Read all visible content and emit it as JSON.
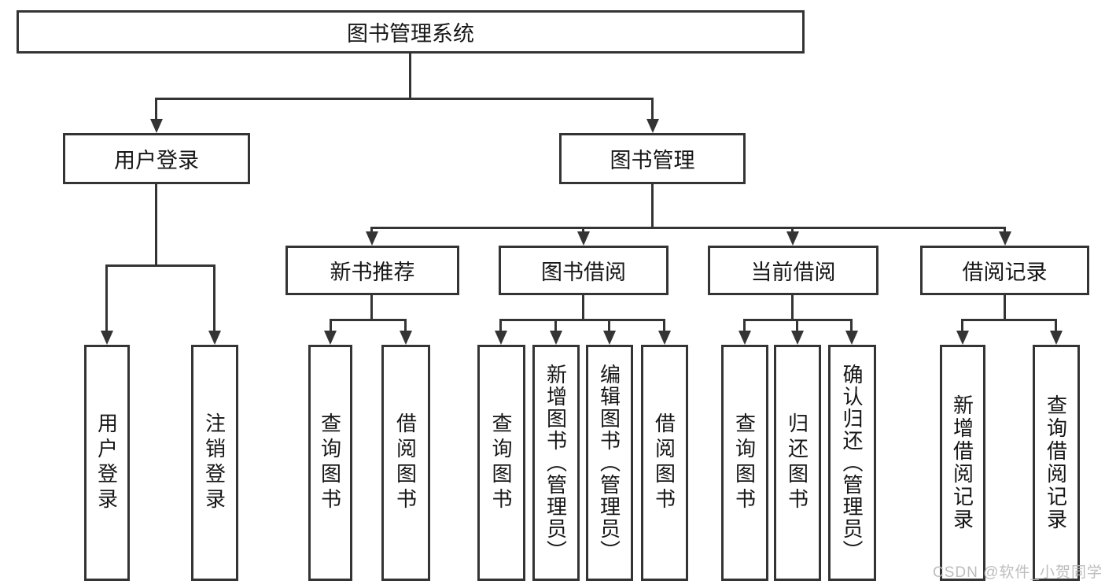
{
  "diagram_title": "图书管理系统",
  "nodes": {
    "root": "图书管理系统",
    "user_login": "用户登录",
    "book_management": "图书管理",
    "new_book_recommend": "新书推荐",
    "book_borrow": "图书借阅",
    "current_borrow": "当前借阅",
    "borrow_records": "借阅记录",
    "user_login_leaf": "用户登录",
    "logout_leaf": "注销登录",
    "nbr_query_books": "查询图书",
    "nbr_borrow_books": "借阅图书",
    "bb_query_books": "查询图书",
    "bb_add_books_admin": "新增图书（管理员）",
    "bb_edit_books_admin": "编辑图书（管理员）",
    "bb_borrow_books": "借阅图书",
    "cb_query_books": "查询图书",
    "cb_return_books": "归还图书",
    "cb_confirm_return_admin": "确认归还（管理员）",
    "br_add_record": "新增借阅记录",
    "br_query_record": "查询借阅记录"
  },
  "watermark": "CSDN @软件_小贺同学",
  "colors": {
    "line": "#343434",
    "text": "#161616",
    "watermark": "#b9b9b9",
    "background": "#ffffff"
  }
}
